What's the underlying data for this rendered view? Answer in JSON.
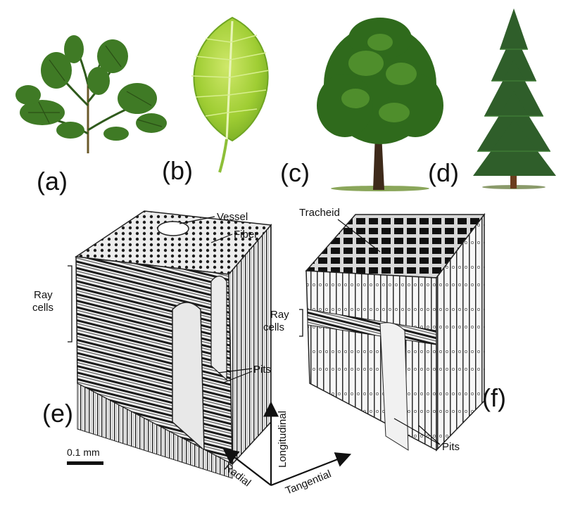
{
  "panels": {
    "a": "(a)",
    "b": "(b)",
    "c": "(c)",
    "d": "(d)",
    "e": "(e)",
    "f": "(f)"
  },
  "hardwood_labels": {
    "vessel": "Vessel",
    "fiber": "Fiber",
    "ray_cells_line1": "Ray",
    "ray_cells_line2": "cells",
    "pits": "Pits"
  },
  "softwood_labels": {
    "tracheid": "Tracheid",
    "ray_cells_line1": "Ray",
    "ray_cells_line2": "cells",
    "pits": "Pits"
  },
  "axes": {
    "longitudinal": "Longitudinal",
    "radial": "Radial",
    "tangential": "Tangential"
  },
  "scale_bar": "0.1 mm",
  "colors": {
    "foliage_dark": "#2f5a1c",
    "foliage_mid": "#3f7a25",
    "leaf_light": "#a8d43a",
    "leaf_mid": "#7fb52a",
    "trunk": "#5a3a22",
    "wood_line": "#222222"
  },
  "icons": [
    "cypress-sprig-icon",
    "leaf-icon",
    "deciduous-tree-icon",
    "conifer-tree-icon",
    "hardwood-block-icon",
    "softwood-block-icon"
  ]
}
